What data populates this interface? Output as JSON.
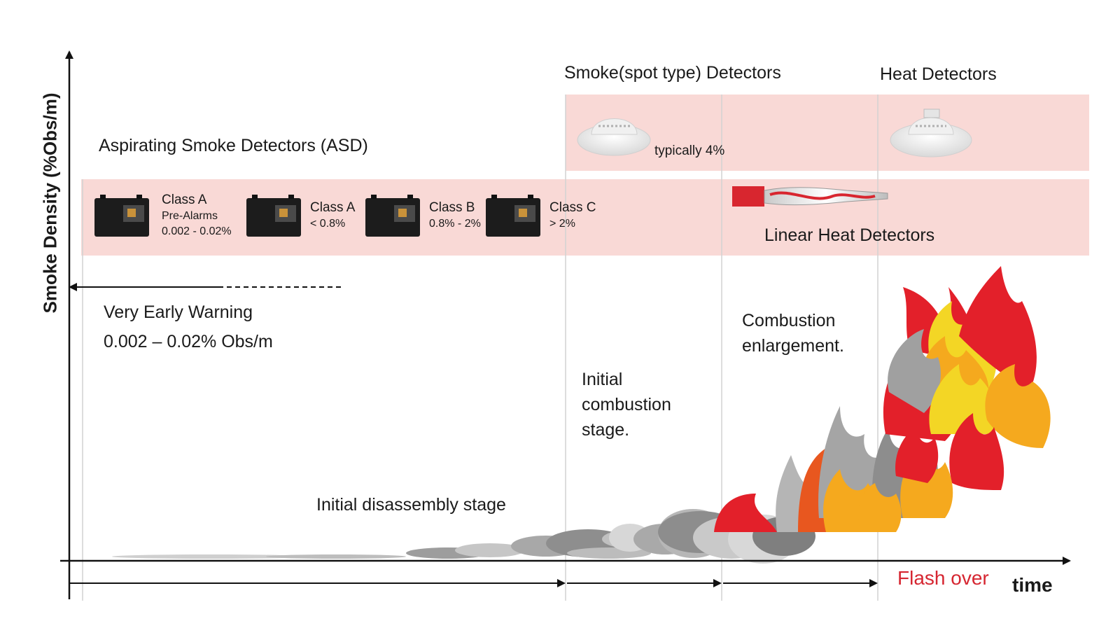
{
  "axes": {
    "y_label": "Smoke Density (%Obs/m)",
    "x_label": "time"
  },
  "header": {
    "spot_title": "Smoke(spot type) Detectors",
    "heat_title": "Heat Detectors",
    "asd_title": "Aspirating Smoke Detectors (ASD)"
  },
  "asd_classes": [
    {
      "name": "Class A",
      "sub": "Pre-Alarms",
      "range": "0.002 - 0.02%"
    },
    {
      "name": "Class A",
      "range": "< 0.8%"
    },
    {
      "name": "Class B",
      "range": "0.8% - 2%"
    },
    {
      "name": "Class C",
      "range": "> 2%"
    }
  ],
  "spot_note": "typically 4%",
  "linear_heat": "Linear Heat Detectors",
  "early_warning": {
    "title": "Very Early Warning",
    "value": "0.002 – 0.02% Obs/m"
  },
  "stages": {
    "disassembly": "Initial disassembly stage",
    "initial_combustion": "Initial combustion stage.",
    "enlargement": "Combustion enlargement.",
    "flash_over": "Flash over"
  },
  "colors": {
    "band": "#f9d9d6",
    "flash_over": "#d62631",
    "fire_red": "#e3202a",
    "fire_orange": "#f5a91e",
    "fire_yellow": "#f3d625",
    "smoke_gray": "#8c8c8c"
  },
  "icons": [
    "asd-unit-icon",
    "spot-smoke-detector-icon",
    "heat-detector-icon",
    "linear-heat-cable-icon",
    "fire-flames-icon"
  ]
}
